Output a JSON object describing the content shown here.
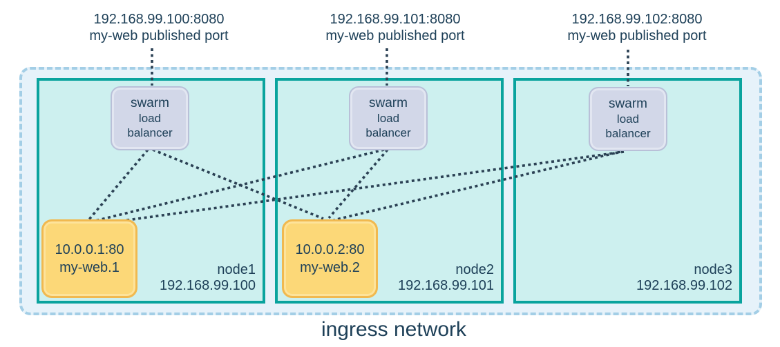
{
  "published_ports": [
    {
      "address": "192.168.99.100:8080",
      "caption": "my-web published port"
    },
    {
      "address": "192.168.99.101:8080",
      "caption": "my-web published port"
    },
    {
      "address": "192.168.99.102:8080",
      "caption": "my-web published port"
    }
  ],
  "load_balancer": {
    "line1": "swarm",
    "line2": "load",
    "line3": "balancer"
  },
  "nodes": [
    {
      "name": "node1",
      "ip": "192.168.99.100",
      "task": {
        "address": "10.0.0.1:80",
        "name": "my-web.1"
      }
    },
    {
      "name": "node2",
      "ip": "192.168.99.101",
      "task": {
        "address": "10.0.0.2:80",
        "name": "my-web.2"
      }
    },
    {
      "name": "node3",
      "ip": "192.168.99.102"
    }
  ],
  "network_label": "ingress network",
  "colors": {
    "node_border": "#0aa39e",
    "node_fill": "#cdf0ef",
    "ingress_fill": "#e6f2fa",
    "ingress_border": "#a3cee6",
    "load_balancer_fill": "#d2d7e8",
    "load_balancer_border": "#b9c0d8",
    "task_fill": "#fcd878",
    "task_border": "#f1b94f",
    "text": "#1e4058",
    "wire": "#2b4154"
  }
}
